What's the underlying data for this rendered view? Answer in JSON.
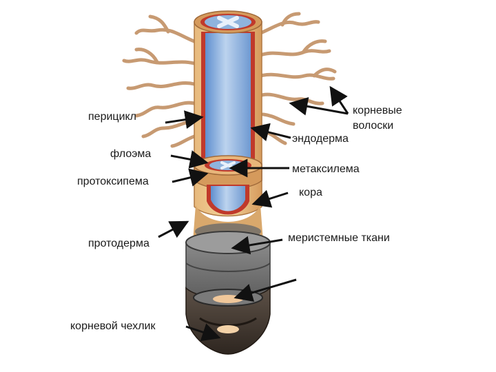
{
  "labels": {
    "pericycle": "перицикл",
    "root_hairs_line1": "корневые",
    "root_hairs_line2": "волоски",
    "endodermis": "эндодерма",
    "phloem": "флоэма",
    "metaxylem": "метаксилема",
    "protoxylem": "протоксипема",
    "cortex": "кора",
    "protoderm": "протодерма",
    "meristem": "меристемные ткани",
    "root_cap": "корневой чехлик"
  },
  "colors": {
    "cortex": "#dba66c",
    "endodermis": "#c0392b",
    "stele": "#8fb3dd",
    "meristem": "#6f6f6f",
    "cap": "#4a3f37",
    "root_hairs": "#c79a72",
    "arrow": "#111111"
  }
}
